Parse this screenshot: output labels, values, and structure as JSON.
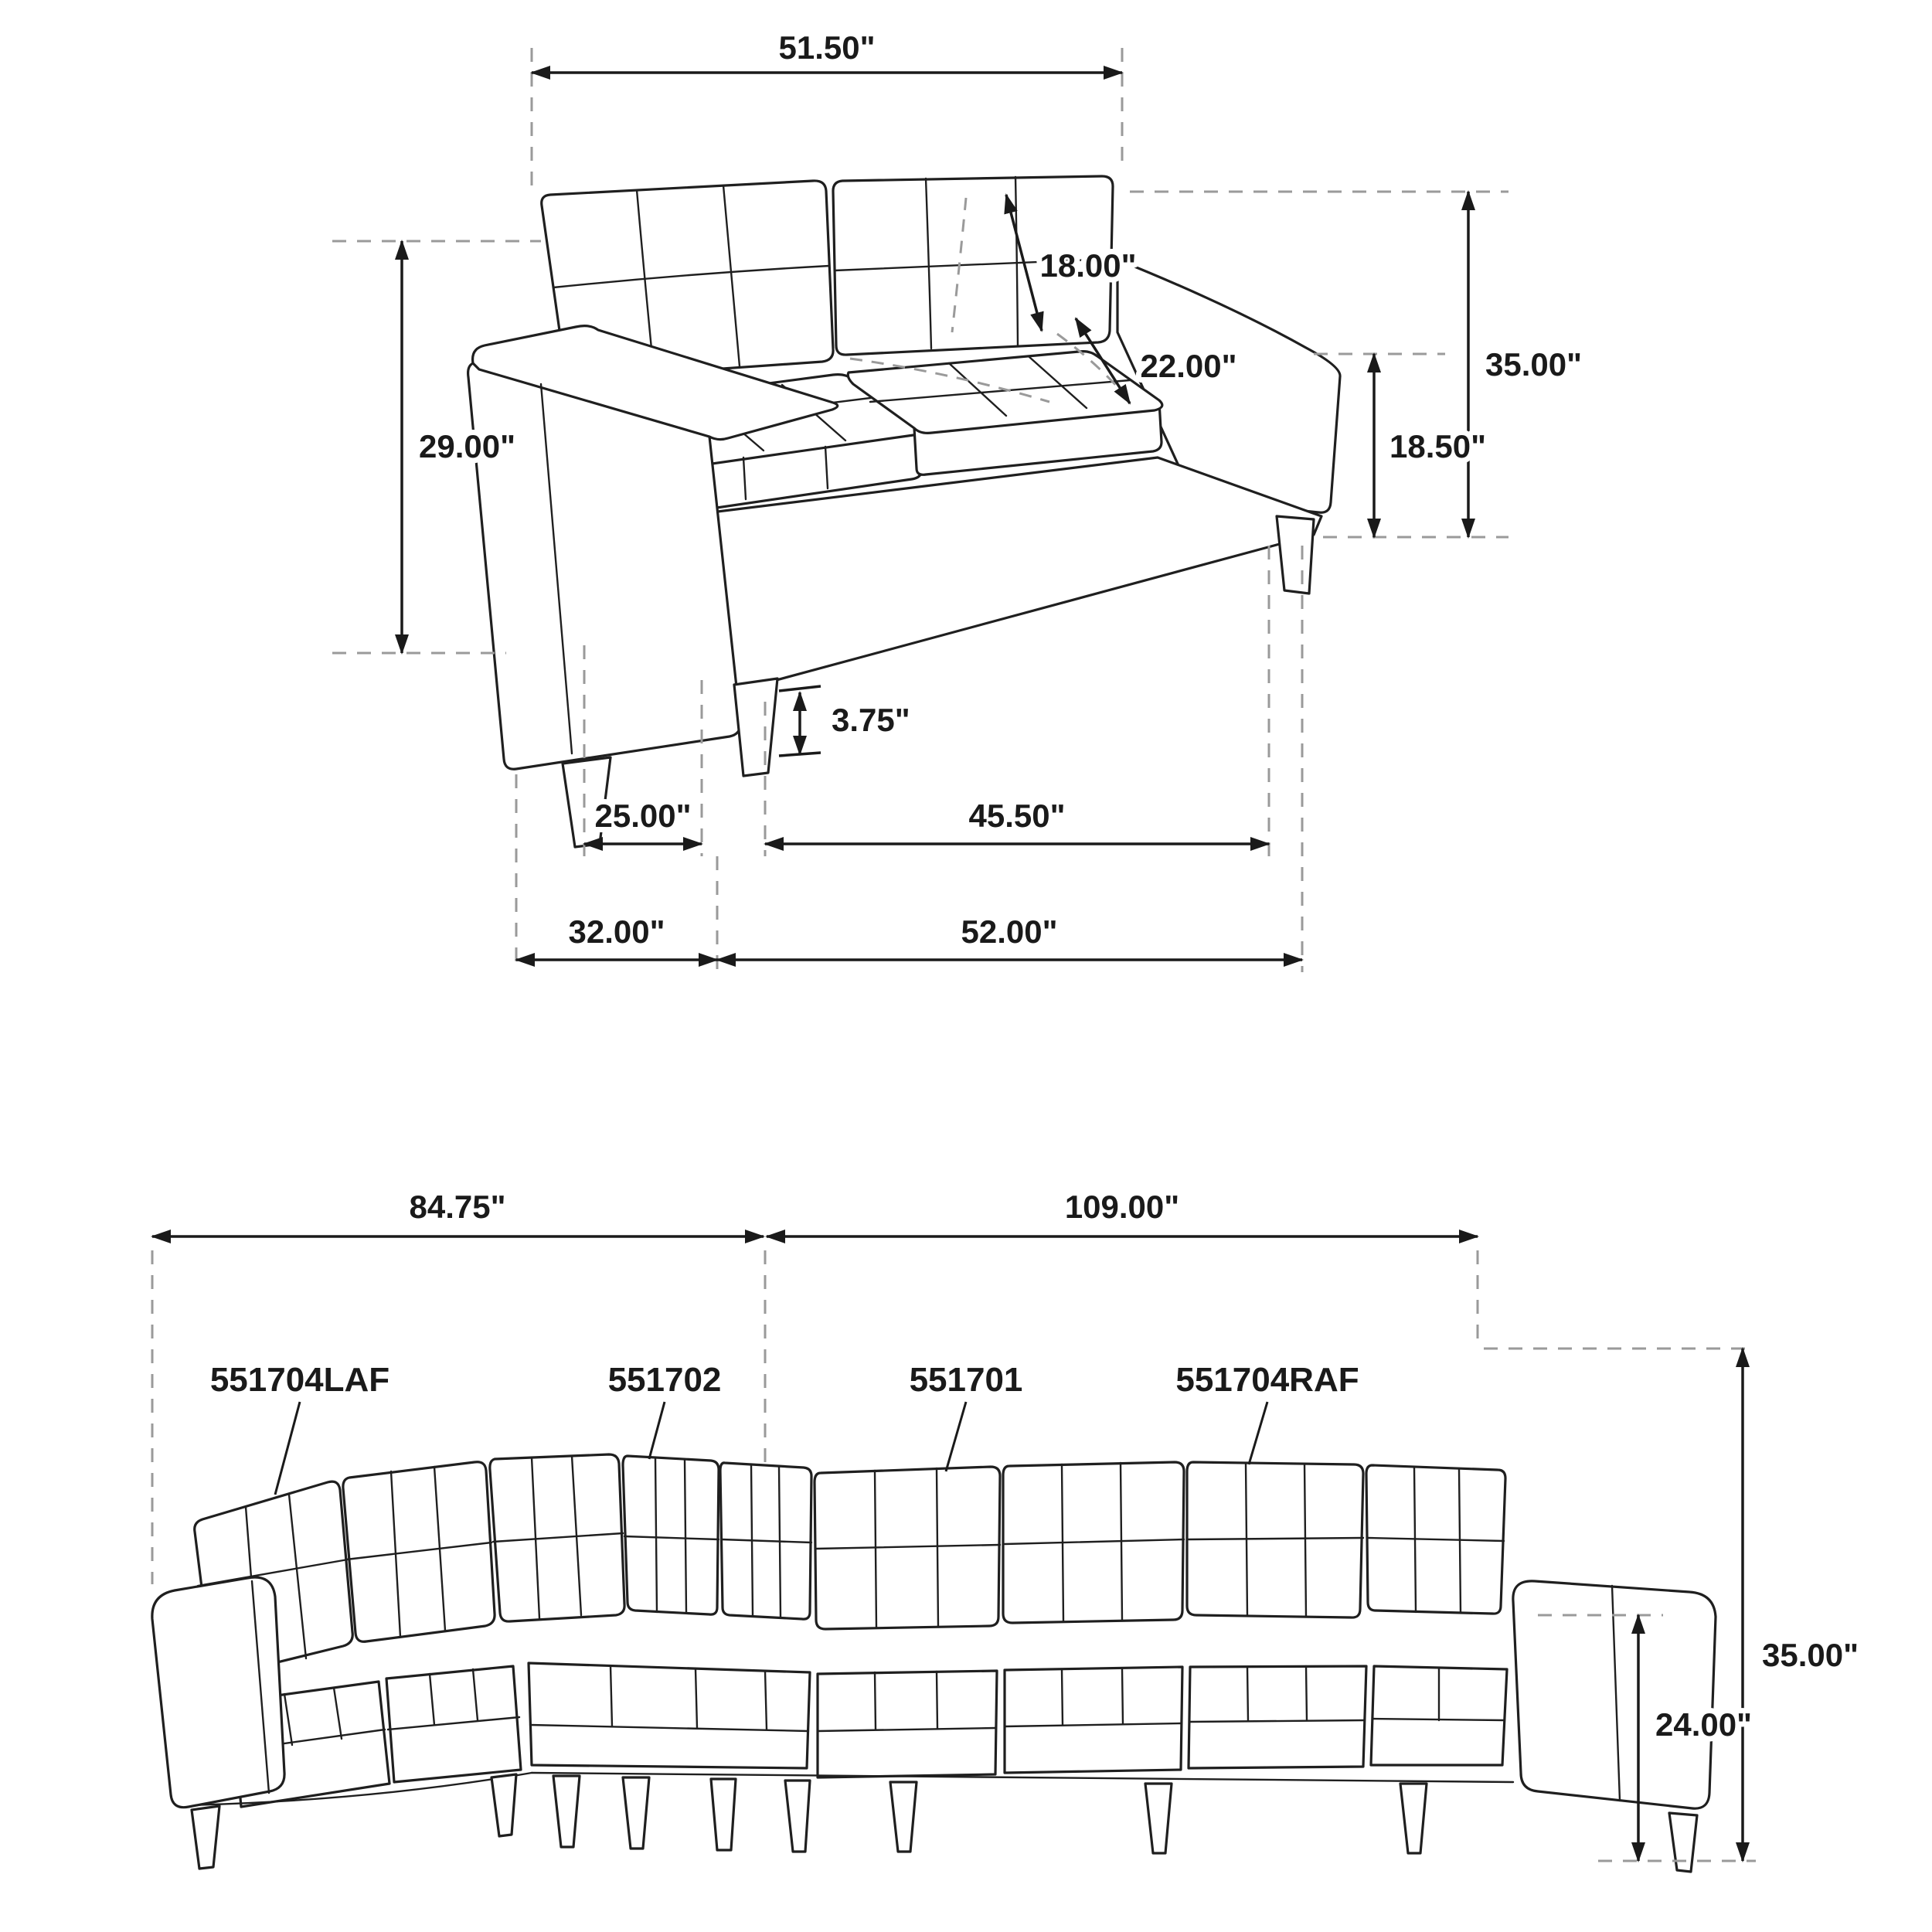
{
  "colors": {
    "line": "#1f1f1f",
    "dimension": "#1a1a1a",
    "extension": "#9a9a9a",
    "background": "#ffffff"
  },
  "loveseat": {
    "dims": {
      "back_width": "51.50\"",
      "back_cushion": "18.00\"",
      "seat_depth": "22.00\"",
      "overall_height": "35.00\"",
      "back_height": "29.00\"",
      "seat_height": "18.50\"",
      "leg_height": "3.75\"",
      "arm_front": "25.00\"",
      "seat_front_width": "45.50\"",
      "base_depth": "32.00\"",
      "overall_depth": "52.00\""
    }
  },
  "sectional": {
    "dims": {
      "left_length": "84.75\"",
      "right_length": "109.00\"",
      "overall_height": "35.00\"",
      "arm_height": "24.00\""
    },
    "parts": {
      "laf": "551704LAF",
      "corner_wedge": "551702",
      "armless": "551701",
      "raf": "551704RAF"
    }
  }
}
